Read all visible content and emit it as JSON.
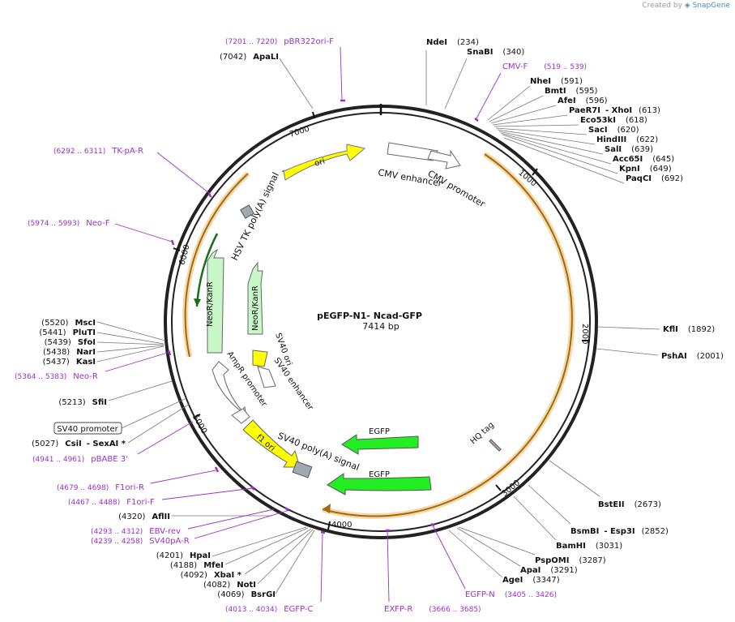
{
  "credit": {
    "prefix": "Created by",
    "brand": "SnapGene"
  },
  "plasmid": {
    "name": "pEGFP-N1- Ncad-GFP",
    "length_label": "7414 bp",
    "length": 7414
  },
  "ticks": [
    "1000",
    "2000",
    "3000",
    "4000",
    "5000",
    "6000",
    "7000"
  ],
  "colors": {
    "enzyme": "#000000",
    "primer": "#9b30c8",
    "backbone": "#222222",
    "orf": "#f0c070",
    "ori": "#ffff00",
    "egfp": "#22ee22",
    "neo": "#c8f7c8",
    "grey": "#a0a8b0"
  },
  "features": [
    {
      "name": "ori",
      "label": "ori"
    },
    {
      "name": "cmv-enhancer",
      "label": "CMV enhancer"
    },
    {
      "name": "cmv-promoter",
      "label": "CMV promoter"
    },
    {
      "name": "hsv-tk-polya",
      "label": "HSV TK poly(A) signal"
    },
    {
      "name": "neor-kanr-outer",
      "label": "NeoR/KanR"
    },
    {
      "name": "neor-kanr-inner",
      "label": "NeoR/KanR"
    },
    {
      "name": "sv40-ori",
      "label": "SV40 ori"
    },
    {
      "name": "sv40-enhancer",
      "label": "SV40 enhancer"
    },
    {
      "name": "ampr-promoter",
      "label": "AmpR promoter"
    },
    {
      "name": "f1-ori",
      "label": "f1 ori"
    },
    {
      "name": "sv40-polya",
      "label": "SV40 poly(A) signal"
    },
    {
      "name": "egfp-1",
      "label": "EGFP"
    },
    {
      "name": "egfp-2",
      "label": "EGFP"
    },
    {
      "name": "hq-tag",
      "label": "HQ tag"
    }
  ],
  "enzymes_right": [
    {
      "name": "NdeI",
      "pos": "(234)"
    },
    {
      "name": "SnaBI",
      "pos": "(340)"
    },
    {
      "name": "NheI",
      "pos": "(591)"
    },
    {
      "name": "BmtI",
      "pos": "(595)"
    },
    {
      "name": "AfeI",
      "pos": "(596)"
    },
    {
      "name": "PaeR7I",
      "extra": "- XhoI",
      "pos": "(613)"
    },
    {
      "name": "Eco53kI",
      "pos": "(618)"
    },
    {
      "name": "SacI",
      "pos": "(620)"
    },
    {
      "name": "HindIII",
      "pos": "(622)"
    },
    {
      "name": "SalI",
      "pos": "(639)"
    },
    {
      "name": "Acc65I",
      "pos": "(645)"
    },
    {
      "name": "KpnI",
      "pos": "(649)"
    },
    {
      "name": "PaqCI",
      "pos": "(692)"
    },
    {
      "name": "KflI",
      "pos": "(1892)"
    },
    {
      "name": "PshAI",
      "pos": "(2001)"
    },
    {
      "name": "BstEII",
      "pos": "(2673)"
    },
    {
      "name": "BsmBI",
      "extra": "- Esp3I",
      "pos": "(2852)"
    },
    {
      "name": "BamHI",
      "pos": "(3031)"
    },
    {
      "name": "PspOMI",
      "pos": "(3287)"
    },
    {
      "name": "ApaI",
      "pos": "(3291)"
    },
    {
      "name": "AgeI",
      "pos": "(3347)"
    }
  ],
  "enzymes_left": [
    {
      "name": "ApaLI",
      "pos": "(7042)"
    },
    {
      "name": "MscI",
      "pos": "(5520)"
    },
    {
      "name": "PluTI",
      "pos": "(5441)"
    },
    {
      "name": "SfoI",
      "pos": "(5439)"
    },
    {
      "name": "NarI",
      "pos": "(5438)"
    },
    {
      "name": "KasI",
      "pos": "(5437)"
    },
    {
      "name": "SfiI",
      "pos": "(5213)"
    },
    {
      "name": "CsiI",
      "extra": "- SexAI *",
      "pos": "(5027)"
    },
    {
      "name": "AflII",
      "pos": "(4320)"
    },
    {
      "name": "HpaI",
      "pos": "(4201)"
    },
    {
      "name": "MfeI",
      "pos": "(4188)"
    },
    {
      "name": "XbaI *",
      "pos": "(4092)"
    },
    {
      "name": "NotI",
      "pos": "(4082)"
    },
    {
      "name": "BsrGI",
      "pos": "(4069)"
    }
  ],
  "primers": [
    {
      "name": "pBR322ori-F",
      "range": "(7201 .. 7220)"
    },
    {
      "name": "CMV-F",
      "range": "(519 .. 539)"
    },
    {
      "name": "TK-pA-R",
      "range": "(6292 .. 6311)"
    },
    {
      "name": "Neo-F",
      "range": "(5974 .. 5993)"
    },
    {
      "name": "Neo-R",
      "range": "(5364 .. 5383)"
    },
    {
      "name": "pBABE 3'",
      "range": "(4941 .. 4961)"
    },
    {
      "name": "F1ori-R",
      "range": "(4679 .. 4698)"
    },
    {
      "name": "F1ori-F",
      "range": "(4467 .. 4488)"
    },
    {
      "name": "EBV-rev",
      "range": "(4293 .. 4312)"
    },
    {
      "name": "SV40pA-R",
      "range": "(4239 .. 4258)"
    },
    {
      "name": "EGFP-C",
      "range": "(4013 .. 4034)"
    },
    {
      "name": "EXFP-R",
      "range": ""
    },
    {
      "name": "EGFP-N",
      "range": "(3405 .. 3426)"
    },
    {
      "name": "",
      "range": "(3666 .. 3685)"
    }
  ],
  "boxed_label": {
    "name": "SV40 promoter"
  }
}
